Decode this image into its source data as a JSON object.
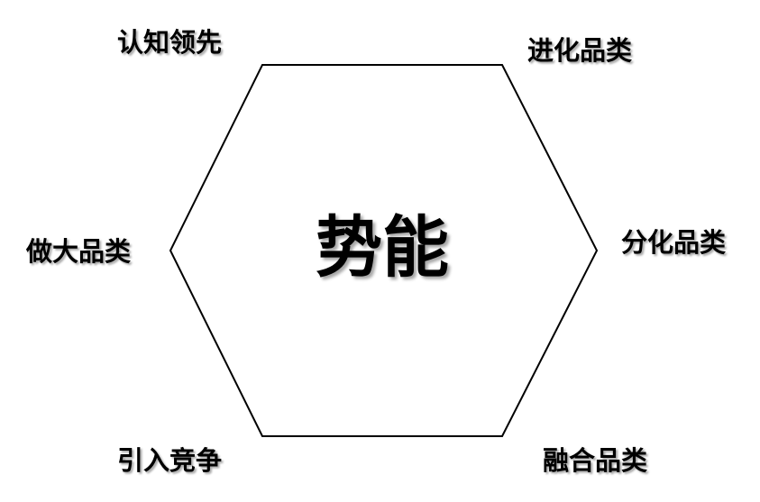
{
  "center_label": "势能",
  "labels": {
    "top_left": "认知领先",
    "top_right": "进化品类",
    "left": "做大品类",
    "right": "分化品类",
    "bottom_left": "引入竞争",
    "bottom_right": "融合品类"
  },
  "colors": {
    "stroke": "#000000",
    "text": "#000000"
  }
}
